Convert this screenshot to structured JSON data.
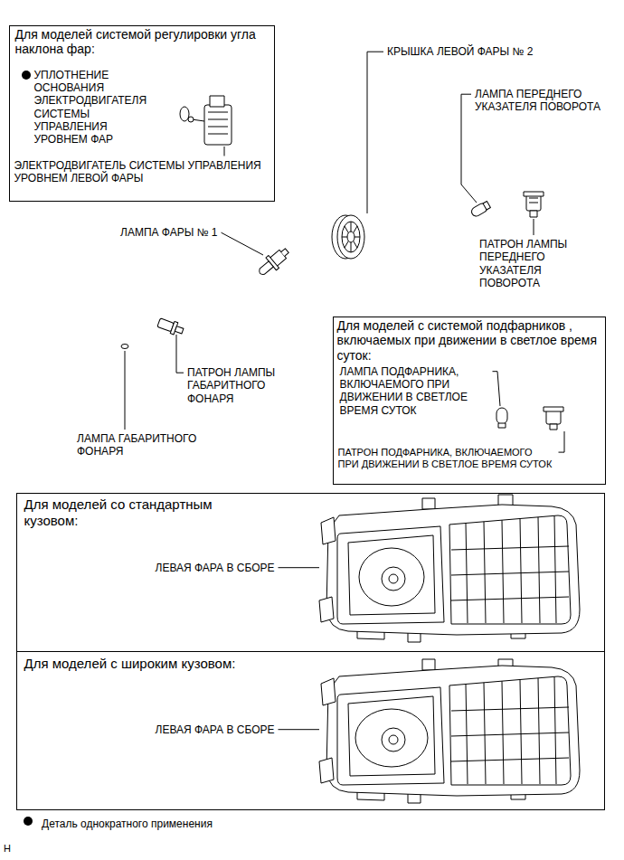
{
  "diagram": {
    "nodes": [
      {
        "text": [
          "Для моделей системой регулировки угла наклона фар:",
          "УПЛОТНЕНИЕ ОСНОВАНИЯ ЭЛЕКТРОДВИГАТЕЛЯ СИСТЕМЫ УПРАВЛЕНИЯ УРОВНЕМ ФАР",
          "ЭЛЕКТРОДВИГАТЕЛЬ СИСТЕМЫ УПРАВЛЕНИЯ УРОВНЕМ ЛЕВОЙ ФАРЫ"
        ]
      },
      {
        "text": [
          "Для моделей с системой подфарников , включаемых при движении в светлое время суток:",
          "ЛАМПА ПОДФАРНИКА, ВКЛЮЧАЕМОГО ПРИ ДВИЖЕНИИ В СВЕТЛОЕ ВРЕМЯ СУТОК",
          "ПАТРОН ПОДФАРНИКА, ВКЛЮЧАЕМОГО ПРИ ДВИЖЕНИИ В СВЕТЛОЕ ВРЕМЯ СУТОК"
        ]
      },
      {
        "text": [
          "Для моделей со стандартным кузовом:",
          "ЛЕВАЯ ФАРА В СБОРЕ"
        ]
      },
      {
        "text": [
          "Для моделей с широким кузовом:",
          "ЛЕВАЯ ФАРА В СБОРЕ"
        ]
      }
    ],
    "labels": [
      "КРЫШКА ЛЕВОЙ ФАРЫ № 2",
      "ЛАМПА ПЕРЕДНЕГО УКАЗАТЕЛЯ ПОВОРОТА",
      "ПАТРОН ЛАМПЫ ПЕРЕДНЕГО УКАЗАТЕЛЯ ПОВОРОТА",
      "ЛАМПА ФАРЫ № 1",
      "ПАТРОН ЛАМПЫ ГАБАРИТНОГО ФОНАРЯ",
      "ЛАМПА ГАБАРИТНОГО ФОНАРЯ",
      "H"
    ],
    "legend": [
      {
        "text": "Деталь однократного применения"
      }
    ]
  }
}
